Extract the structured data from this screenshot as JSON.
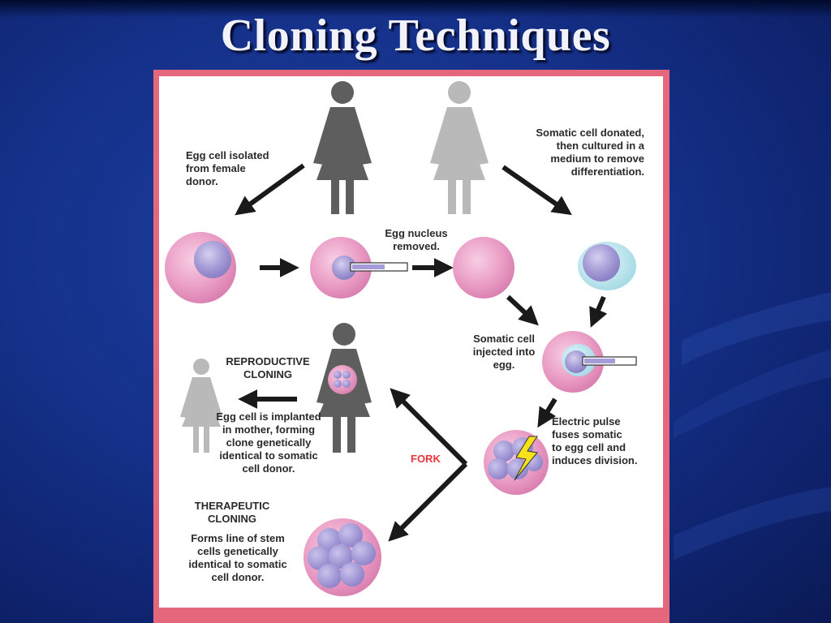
{
  "slide": {
    "title": "Cloning Techniques"
  },
  "figure": {
    "egg_isolated": "Egg cell isolated\nfrom female\ndonor.",
    "somatic_donated": "Somatic cell donated,\nthen cultured in a\nmedium to remove\ndifferentiation.",
    "nucleus_removed": "Egg nucleus\nremoved.",
    "somatic_injected": "Somatic cell\ninjected into\negg.",
    "electric_pulse": "Electric pulse\nfuses somatic\nto egg cell and\ninduces division.",
    "fork": "FORK",
    "reproductive_heading": "REPRODUCTIVE\nCLONING",
    "reproductive_text": "Egg cell is implanted\nin mother, forming\nclone genetically\nidentical to somatic\ncell donor.",
    "therapeutic_heading": "THERAPEUTIC\nCLONING",
    "therapeutic_text": "Forms line of stem\ncells genetically\nidentical to somatic\ncell donor."
  },
  "colors": {
    "slide_background": "#15318a",
    "frame_border": "#e5677b",
    "egg_pink": "#eb9fc6",
    "nucleus_purple": "#a59bd6",
    "somatic_cyan": "#cdeef4",
    "fork_red": "#e8343b",
    "arrow_black": "#1a1a1a",
    "donor_dark": "#5e5e5e",
    "donor_light": "#b9b9b9"
  }
}
